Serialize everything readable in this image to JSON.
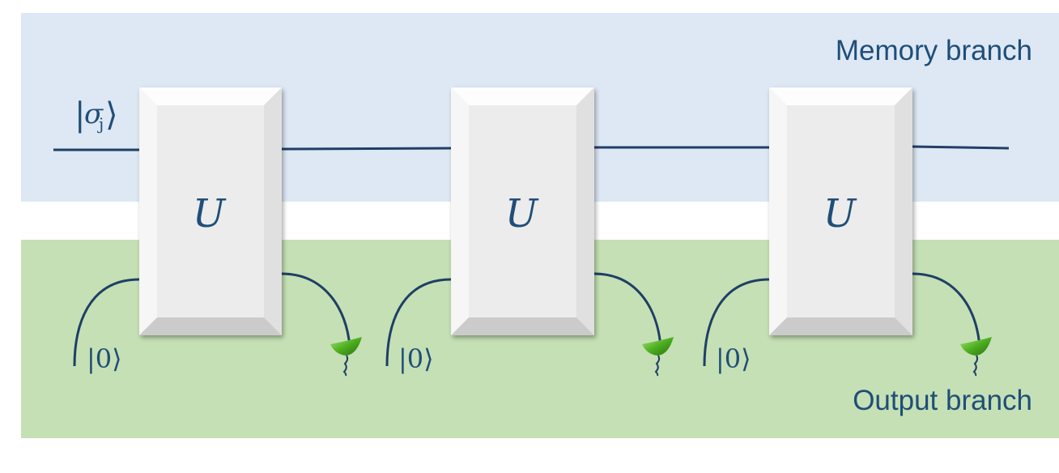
{
  "branches": {
    "memory_label": "Memory branch",
    "output_label": "Output branch"
  },
  "memory_state": {
    "ket_open": "|",
    "symbol": "σ",
    "subscript": "j",
    "ket_close": "⟩"
  },
  "gates": [
    {
      "label": "U",
      "input_state": "|0⟩"
    },
    {
      "label": "U",
      "input_state": "|0⟩"
    },
    {
      "label": "U",
      "input_state": "|0⟩"
    }
  ],
  "colors": {
    "memory_band": "#dde8f4",
    "output_band": "#c5e0b4",
    "wire": "#1f3f66",
    "text": "#1f4e79",
    "gate_face": "#ececec",
    "detector": "#4caf1e"
  },
  "icons": {
    "gate": "beveled-block",
    "detector": "photodetector-icon"
  }
}
